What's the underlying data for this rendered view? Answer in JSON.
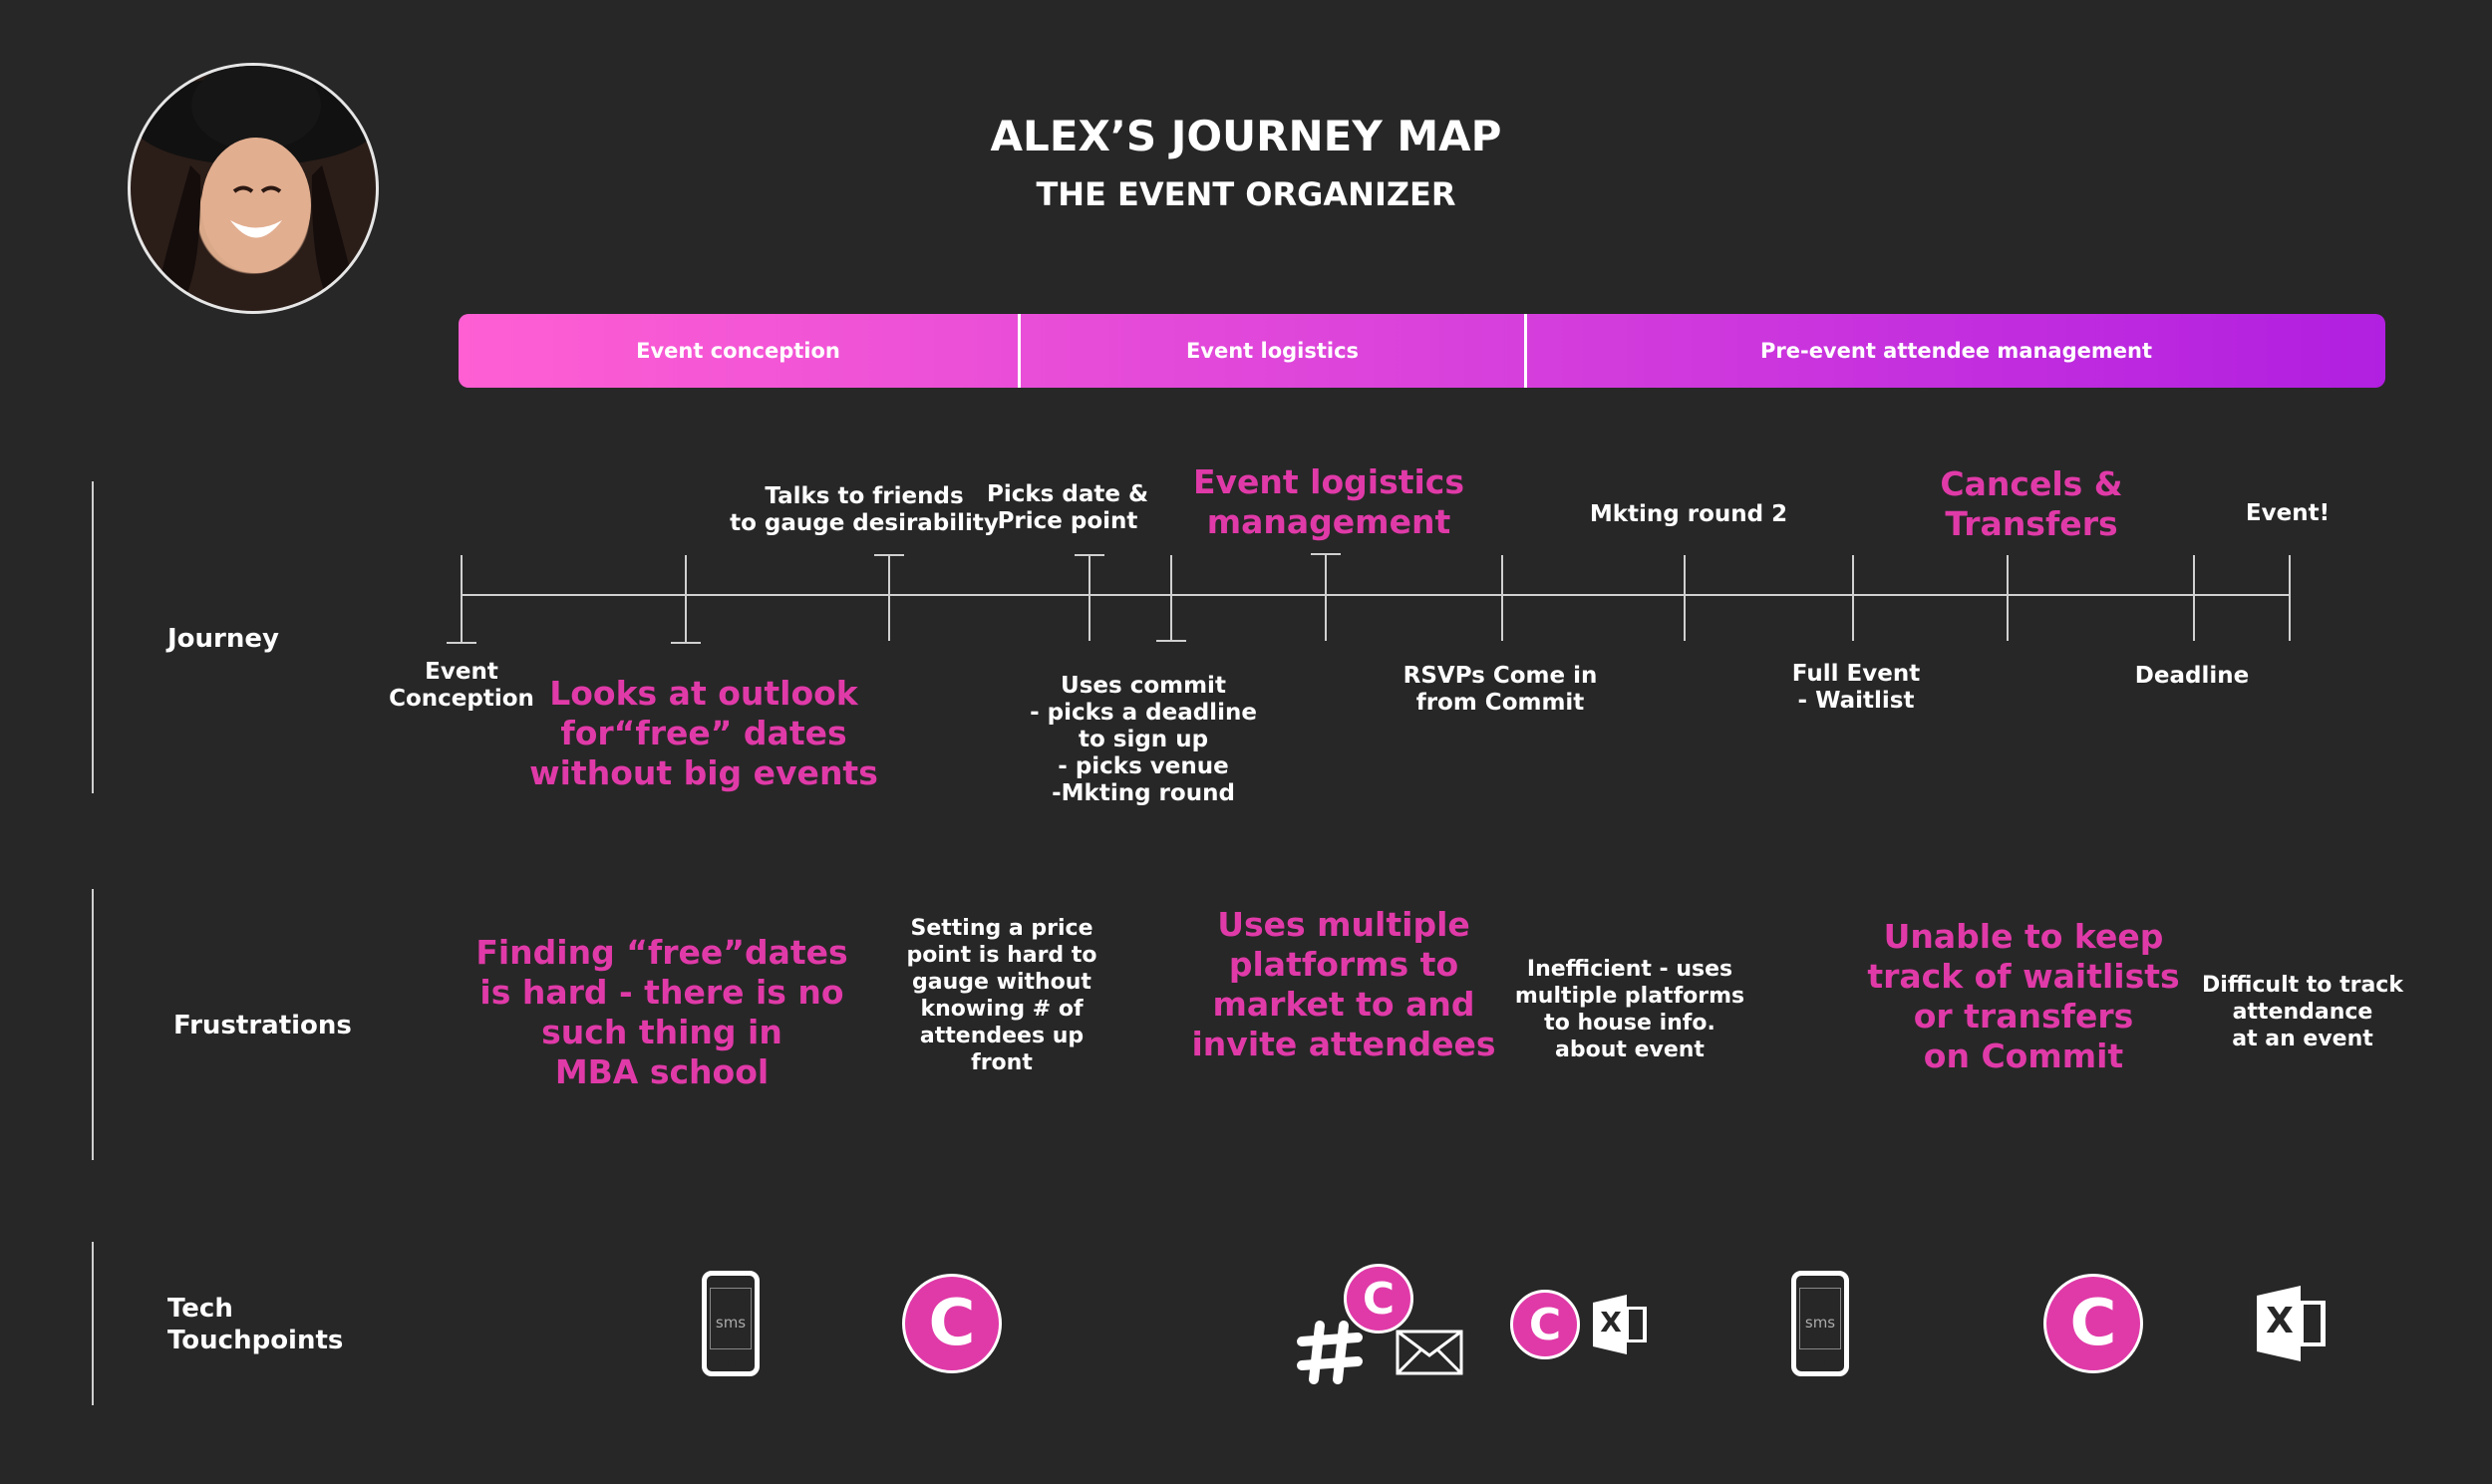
{
  "header": {
    "title": "ALEX’S JOURNEY MAP",
    "subtitle": "THE EVENT ORGANIZER"
  },
  "phases": [
    {
      "label": "Event conception"
    },
    {
      "label": "Event logistics"
    },
    {
      "label": "Pre-event attendee management"
    }
  ],
  "rows": {
    "journey": "Journey",
    "frustrations": "Frustrations",
    "tech": "Tech\nTouchpoints"
  },
  "journey_above": {
    "talks": "Talks to friends\nto gauge desirability",
    "picks": "Picks date &\nPrice point",
    "logistics": "Event logistics\nmanagement",
    "mkting2": "Mkting round 2",
    "cancels": "Cancels &\nTransfers",
    "event": "Event!"
  },
  "journey_below": {
    "conception": "Event\nConception",
    "outlook": "Looks at outlook\nfor“free” dates\nwithout big events",
    "commit": "Uses commit\n- picks a deadline\nto sign up\n- picks venue\n-Mkting round",
    "rsvps": "RSVPs Come in\nfrom Commit",
    "full": "Full Event\n- Waitlist",
    "deadline": "Deadline"
  },
  "frustrations": {
    "f1": "Finding “free”dates\nis hard - there is no\nsuch thing in\nMBA school",
    "f2": "Setting a price\npoint is hard to\ngauge without\nknowing # of\nattendees up\nfront",
    "f3": "Uses multiple\nplatforms to\nmarket to and\ninvite attendees",
    "f4": "Inefficient - uses\nmultiple platforms\nto house info.\nabout event",
    "f5": "Unable to keep\ntrack of waitlists\nor transfers\non Commit",
    "f6": "Difficult to track\nattendance\nat an event"
  },
  "tech": {
    "sms": "sms",
    "commit_letter": "C",
    "excel_letter": "X",
    "icons": [
      "phone-sms-icon",
      "commit-icon",
      "slack-icon",
      "commit-icon",
      "mail-icon",
      "commit-icon",
      "excel-icon",
      "phone-sms-icon",
      "commit-icon",
      "excel-icon"
    ]
  },
  "colors": {
    "background": "#272727",
    "accent_pink": "#e03aa8",
    "gradient_start": "#ff5fd3",
    "gradient_end": "#b11fe0",
    "text": "#ffffff"
  }
}
